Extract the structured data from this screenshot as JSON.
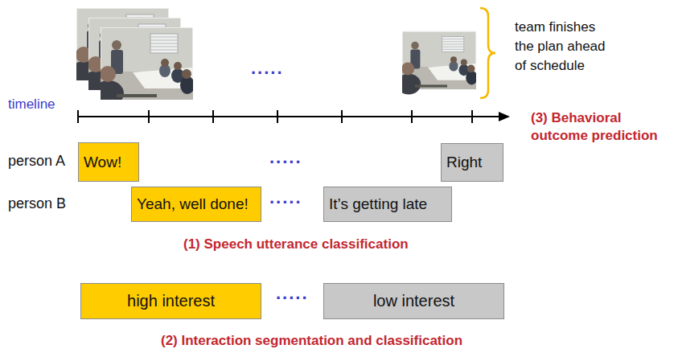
{
  "diagram": {
    "nodes": [
      {
        "text": [
          "Wow!"
        ]
      },
      {
        "text": [
          "Right"
        ]
      },
      {
        "text": [
          "Yeah, well done!"
        ]
      },
      {
        "text": [
          "It’s getting late"
        ]
      },
      {
        "text": [
          "high interest"
        ]
      },
      {
        "text": [
          "low interest"
        ]
      }
    ],
    "labels": [
      "team finishes the plan ahead of schedule",
      ".....",
      "timeline",
      "(3) Behavioral outcome prediction",
      "person A",
      ".....",
      "person B",
      ".....",
      "(1) Speech utterance classification",
      ".....",
      "(2) Interaction segmentation and classification"
    ]
  }
}
